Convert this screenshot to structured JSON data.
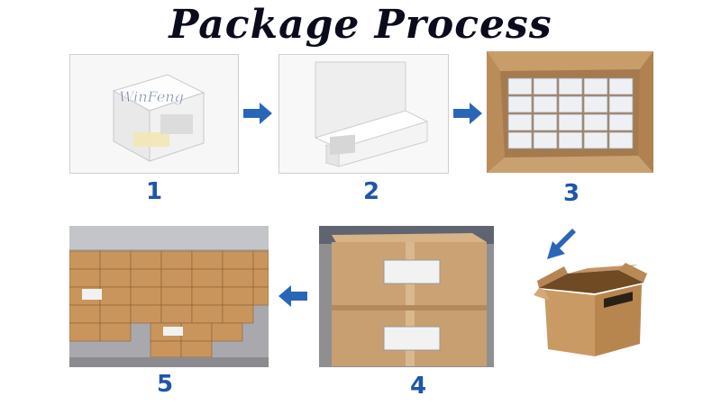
{
  "title": "Package Process",
  "brand_label": "WinFeng",
  "steps": [
    {
      "number": "1"
    },
    {
      "number": "2"
    },
    {
      "number": "3"
    },
    {
      "number": "4"
    },
    {
      "number": "5"
    }
  ],
  "colors": {
    "title": "#0b0b1e",
    "step_number": "#1f56a8",
    "arrow": "#2a66b8",
    "cardboard": "#c99a63"
  }
}
